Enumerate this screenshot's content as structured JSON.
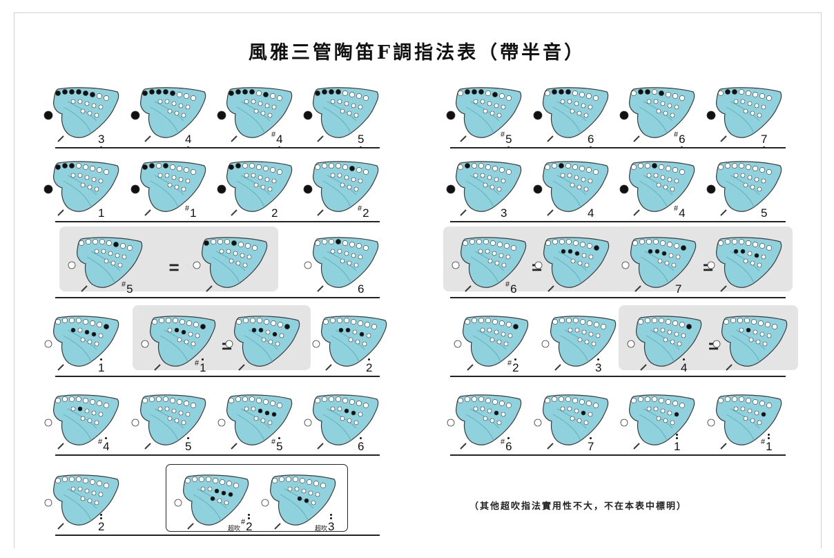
{
  "title": "風雅三管陶笛F調指法表（帶半音）",
  "footnote": "（其他超吹指法實用性不大，不在本表中標明）",
  "equals_sign": "=",
  "colors": {
    "body": "#8fd1dc",
    "body_dark": "#5fb0c0",
    "outline": "#3a3a3a",
    "hole_closed": "#111111",
    "hole_open": "#ffffff",
    "box": "#e4e4e4"
  },
  "left_rows": [
    {
      "cells": [
        {
          "note": {
            "digit": "3",
            "sharp": "",
            "below": 1,
            "above": 0,
            "prefix": ""
          },
          "thumb": "closed",
          "holes": "1111110000000000"
        },
        {
          "note": {
            "digit": "4",
            "sharp": "",
            "below": 1,
            "above": 0,
            "prefix": ""
          },
          "thumb": "closed",
          "holes": "1111100000000000"
        },
        {
          "note": {
            "digit": "4",
            "sharp": "#",
            "below": 1,
            "above": 0,
            "prefix": ""
          },
          "thumb": "closed",
          "holes": "1111010000000000"
        },
        {
          "note": {
            "digit": "5",
            "sharp": "",
            "below": 1,
            "above": 0,
            "prefix": ""
          },
          "thumb": "closed",
          "holes": "1111000000000000"
        }
      ]
    },
    {
      "cells": [
        {
          "note": {
            "digit": "1",
            "sharp": "",
            "below": 0,
            "above": 0,
            "prefix": ""
          },
          "thumb": "closed",
          "holes": "1110000000000000"
        },
        {
          "note": {
            "digit": "1",
            "sharp": "#",
            "below": 0,
            "above": 0,
            "prefix": ""
          },
          "thumb": "closed",
          "holes": "1101000000000000"
        },
        {
          "note": {
            "digit": "2",
            "sharp": "",
            "below": 0,
            "above": 0,
            "prefix": ""
          },
          "thumb": "closed",
          "holes": "1100000000000000"
        },
        {
          "note": {
            "digit": "2",
            "sharp": "#",
            "below": 0,
            "above": 0,
            "prefix": ""
          },
          "thumb": "closed",
          "holes": "0000010000000000"
        }
      ]
    },
    {
      "cells": [
        {
          "note": {
            "digit": "5",
            "sharp": "#",
            "below": 0,
            "above": 0,
            "prefix": ""
          },
          "thumb": "open",
          "holes": "0000010000000000",
          "group": "a"
        },
        {
          "note": null,
          "thumb": "open",
          "holes": "1000100000000000",
          "group": "a"
        },
        {
          "note": {
            "digit": "6",
            "sharp": "",
            "below": 0,
            "above": 0,
            "prefix": ""
          },
          "thumb": "open",
          "holes": "0001000000000000"
        }
      ]
    },
    {
      "cells": [
        {
          "note": {
            "digit": "1",
            "sharp": "",
            "below": 0,
            "above": 1,
            "prefix": ""
          },
          "thumb": "open",
          "holes": "0000000110110000"
        },
        {
          "note": {
            "digit": "1",
            "sharp": "#",
            "below": 0,
            "above": 1,
            "prefix": ""
          },
          "thumb": "open",
          "holes": "0000000101100000",
          "group": "b"
        },
        {
          "note": null,
          "thumb": "open",
          "holes": "0000000111010000",
          "group": "b"
        },
        {
          "note": {
            "digit": "2",
            "sharp": "",
            "below": 0,
            "above": 1,
            "prefix": ""
          },
          "thumb": "open",
          "holes": "0000000011010000"
        }
      ]
    },
    {
      "cells": [
        {
          "note": {
            "digit": "4",
            "sharp": "#",
            "below": 0,
            "above": 1,
            "prefix": ""
          },
          "thumb": "open",
          "holes": "0000000001000000"
        },
        {
          "note": {
            "digit": "5",
            "sharp": "",
            "below": 0,
            "above": 1,
            "prefix": ""
          },
          "thumb": "open",
          "holes": "0000000000000000"
        },
        {
          "note": {
            "digit": "5",
            "sharp": "#",
            "below": 0,
            "above": 1,
            "prefix": ""
          },
          "thumb": "open",
          "holes": "0000000000111000"
        },
        {
          "note": {
            "digit": "6",
            "sharp": "",
            "below": 0,
            "above": 1,
            "prefix": ""
          },
          "thumb": "open",
          "holes": "0000000000110000"
        }
      ]
    },
    {
      "cells": [
        {
          "note": {
            "digit": "2",
            "sharp": "",
            "below": 0,
            "above": 2,
            "prefix": ""
          },
          "thumb": "open",
          "holes": "0000000000000000"
        },
        {
          "note": {
            "digit": "2",
            "sharp": "#",
            "below": 0,
            "above": 2,
            "prefix": "超吹"
          },
          "thumb": "open",
          "holes": "0000000000111100",
          "group": "c"
        },
        {
          "note": {
            "digit": "3",
            "sharp": "",
            "below": 0,
            "above": 2,
            "prefix": "超吹"
          },
          "thumb": "open",
          "holes": "0000000000000110",
          "group": "c"
        }
      ]
    }
  ],
  "right_rows": [
    {
      "cells": [
        {
          "note": {
            "digit": "5",
            "sharp": "#",
            "below": 1,
            "above": 0,
            "prefix": ""
          },
          "thumb": "closed",
          "holes": "0111010000000000"
        },
        {
          "note": {
            "digit": "6",
            "sharp": "",
            "below": 1,
            "above": 0,
            "prefix": ""
          },
          "thumb": "closed",
          "holes": "0111000000000000"
        },
        {
          "note": {
            "digit": "6",
            "sharp": "#",
            "below": 1,
            "above": 0,
            "prefix": ""
          },
          "thumb": "closed",
          "holes": "0110100000000000"
        },
        {
          "note": {
            "digit": "7",
            "sharp": "",
            "below": 1,
            "above": 0,
            "prefix": ""
          },
          "thumb": "closed",
          "holes": "0110000000000000"
        }
      ]
    },
    {
      "cells": [
        {
          "note": {
            "digit": "3",
            "sharp": "",
            "below": 0,
            "above": 0,
            "prefix": ""
          },
          "thumb": "closed",
          "holes": "0100000000000000"
        },
        {
          "note": {
            "digit": "4",
            "sharp": "",
            "below": 0,
            "above": 0,
            "prefix": ""
          },
          "thumb": "closed",
          "holes": "0010000000000000"
        },
        {
          "note": {
            "digit": "4",
            "sharp": "#",
            "below": 0,
            "above": 0,
            "prefix": ""
          },
          "thumb": "closed",
          "holes": "0001000000000000"
        },
        {
          "note": {
            "digit": "5",
            "sharp": "",
            "below": 0,
            "above": 0,
            "prefix": ""
          },
          "thumb": "closed",
          "holes": "0000000000000000"
        }
      ]
    },
    {
      "cells": [
        {
          "note": {
            "digit": "6",
            "sharp": "#",
            "below": 0,
            "above": 0,
            "prefix": ""
          },
          "thumb": "open",
          "holes": "0000000000000000",
          "group": "d"
        },
        {
          "note": null,
          "thumb": "open",
          "holes": "0000000111100000",
          "group": "d"
        },
        {
          "note": {
            "digit": "7",
            "sharp": "",
            "below": 0,
            "above": 0,
            "prefix": ""
          },
          "thumb": "open",
          "holes": "0000000111100000",
          "group": "e"
        },
        {
          "note": null,
          "thumb": "open",
          "holes": "0000000011010000",
          "group": "e"
        }
      ]
    },
    {
      "cells": [
        {
          "note": {
            "digit": "2",
            "sharp": "#",
            "below": 0,
            "above": 1,
            "prefix": ""
          },
          "thumb": "open",
          "holes": "0000000100000000"
        },
        {
          "note": {
            "digit": "3",
            "sharp": "",
            "below": 0,
            "above": 1,
            "prefix": ""
          },
          "thumb": "open",
          "holes": "0000000000000000"
        },
        {
          "note": {
            "digit": "4",
            "sharp": "",
            "below": 0,
            "above": 1,
            "prefix": ""
          },
          "thumb": "open",
          "holes": "0000000100000000",
          "group": "f"
        },
        {
          "note": null,
          "thumb": "open",
          "holes": "0000000001000000",
          "group": "f"
        }
      ]
    },
    {
      "cells": [
        {
          "note": {
            "digit": "6",
            "sharp": "#",
            "below": 0,
            "above": 1,
            "prefix": ""
          },
          "thumb": "open",
          "holes": "0000000000010000"
        },
        {
          "note": {
            "digit": "7",
            "sharp": "",
            "below": 0,
            "above": 1,
            "prefix": ""
          },
          "thumb": "open",
          "holes": "0000000000010000"
        },
        {
          "note": {
            "digit": "1",
            "sharp": "",
            "below": 0,
            "above": 2,
            "prefix": ""
          },
          "thumb": "open",
          "holes": "0000000000001000"
        },
        {
          "note": {
            "digit": "1",
            "sharp": "#",
            "below": 0,
            "above": 2,
            "prefix": ""
          },
          "thumb": "open",
          "holes": "0000000000001000"
        }
      ]
    }
  ]
}
